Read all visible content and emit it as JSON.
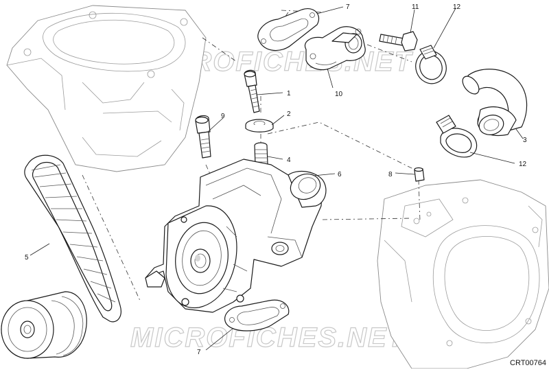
{
  "diagram": {
    "watermark": "MICROFICHES.NET",
    "code": "CRT00764",
    "callouts": [
      {
        "id": "callout-1",
        "label": "1"
      },
      {
        "id": "callout-2",
        "label": "2"
      },
      {
        "id": "callout-3",
        "label": "3"
      },
      {
        "id": "callout-4",
        "label": "4"
      },
      {
        "id": "callout-5",
        "label": "5"
      },
      {
        "id": "callout-6",
        "label": "6"
      },
      {
        "id": "callout-7-top",
        "label": "7"
      },
      {
        "id": "callout-7-bottom",
        "label": "7"
      },
      {
        "id": "callout-8",
        "label": "8"
      },
      {
        "id": "callout-9",
        "label": "9"
      },
      {
        "id": "callout-10",
        "label": "10"
      },
      {
        "id": "callout-11",
        "label": "11"
      },
      {
        "id": "callout-12-top",
        "label": "12"
      },
      {
        "id": "callout-12-right",
        "label": "12"
      }
    ]
  }
}
